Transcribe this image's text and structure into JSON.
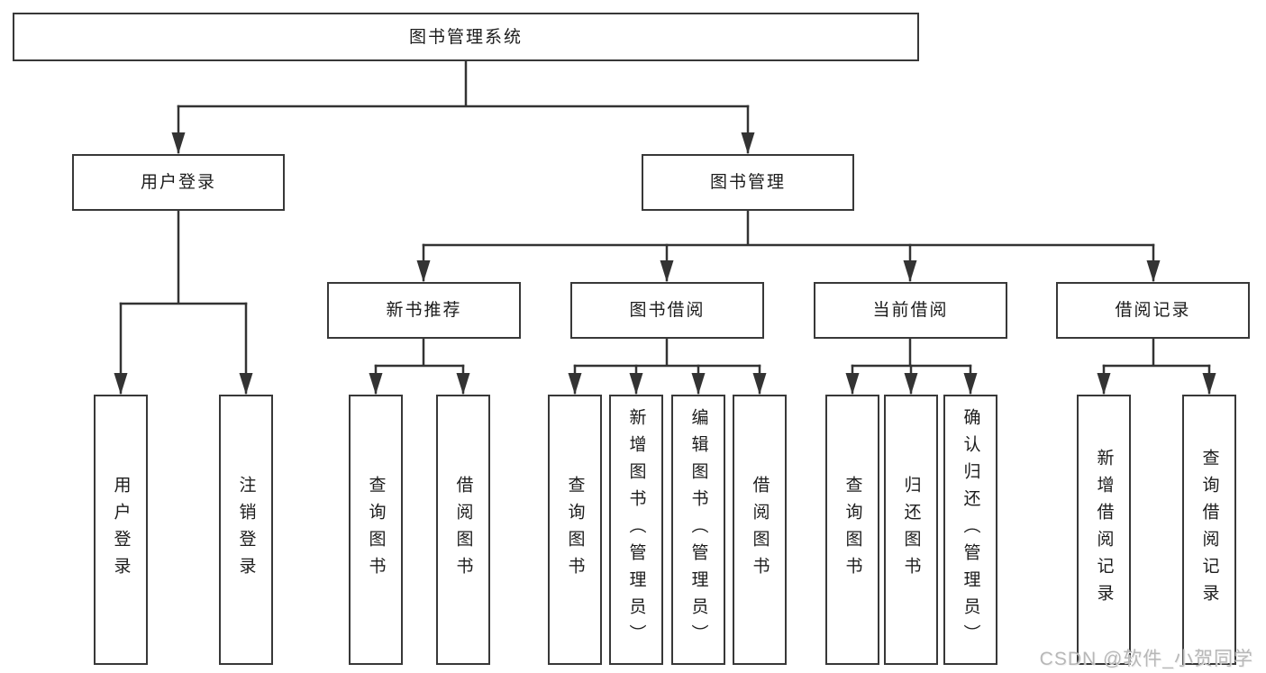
{
  "tree": {
    "root": {
      "label": "图书管理系统",
      "children": [
        {
          "label": "用户登录",
          "children": [
            {
              "label": "用户登录"
            },
            {
              "label": "注销登录"
            }
          ]
        },
        {
          "label": "图书管理",
          "children": [
            {
              "label": "新书推荐",
              "children": [
                {
                  "label": "查询图书"
                },
                {
                  "label": "借阅图书"
                }
              ]
            },
            {
              "label": "图书借阅",
              "children": [
                {
                  "label": "查询图书"
                },
                {
                  "label": "新增图书（管理员）"
                },
                {
                  "label": "编辑图书（管理员）"
                },
                {
                  "label": "借阅图书"
                }
              ]
            },
            {
              "label": "当前借阅",
              "children": [
                {
                  "label": "查询图书"
                },
                {
                  "label": "归还图书"
                },
                {
                  "label": "确认归还（管理员）"
                }
              ]
            },
            {
              "label": "借阅记录",
              "children": [
                {
                  "label": "新增借阅记录"
                },
                {
                  "label": "查询借阅记录"
                }
              ]
            }
          ]
        }
      ]
    }
  },
  "watermark": {
    "text": "CSDN @软件_小贺同学"
  },
  "colors": {
    "line": "#333333",
    "box_border": "#383838",
    "text": "#1c1c1c",
    "watermark": "#b2b2b2",
    "background": "#ffffff"
  }
}
